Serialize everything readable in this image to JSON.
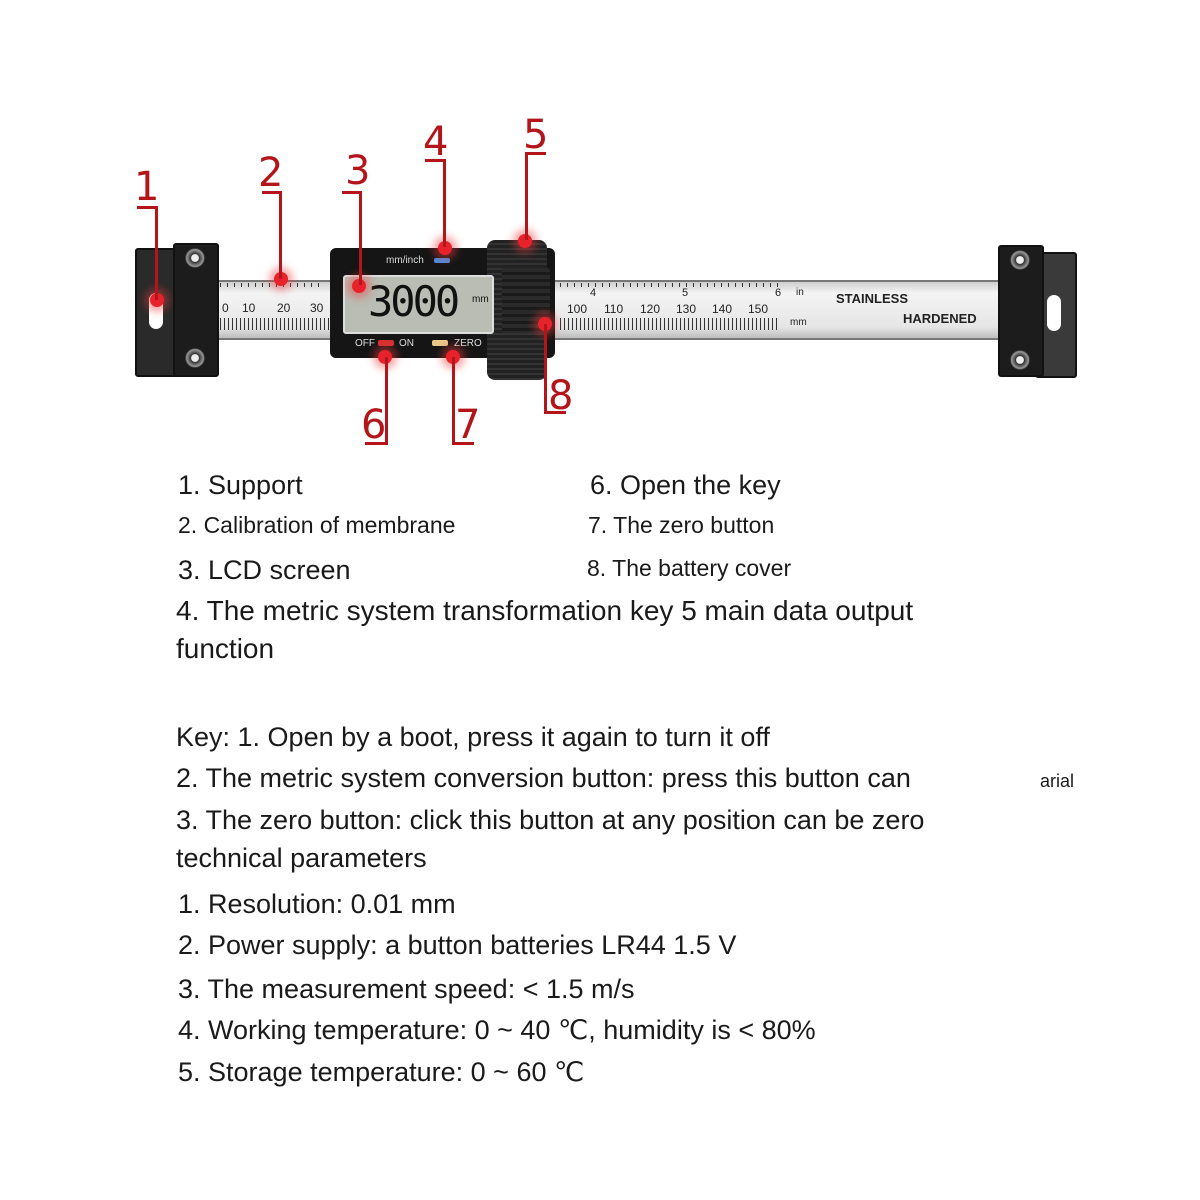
{
  "diagram": {
    "callouts": [
      "1",
      "2",
      "3",
      "4",
      "5",
      "6",
      "7",
      "8"
    ],
    "lcd_reading": "3000",
    "lcd_unit": "mm",
    "mode_label": "mm/inch",
    "off_label": "OFF",
    "on_label": "ON",
    "zero_label": "ZERO",
    "scale_left": [
      "0",
      "10",
      "20",
      "30"
    ],
    "scale_right": [
      "100",
      "110",
      "120",
      "130",
      "140",
      "150"
    ],
    "inch_marks": [
      "4",
      "5",
      "6"
    ],
    "inch_unit": "in",
    "mm_unit": "mm",
    "stainless": "STAINLESS",
    "hardened": "HARDENED",
    "accent_color": "#b3151a"
  },
  "parts": {
    "left": [
      "1. Support",
      "2. Calibration of membrane",
      "3. LCD screen"
    ],
    "right": [
      "6. Open the key",
      "7. The zero button",
      "8. The battery cover"
    ],
    "wide": [
      "4. The metric system transformation key 5 main data output",
      "function"
    ]
  },
  "keys": [
    "Key: 1. Open by a boot, press it again to turn it off",
    "2. The metric system conversion button: press this button can",
    "3. The zero button: click this button at any position can be zero",
    "technical parameters"
  ],
  "overlay_text": "arial",
  "specs": [
    "1. Resolution: 0.01 mm",
    "2. Power supply: a button batteries LR44 1.5 V",
    "3. The measurement speed: < 1.5 m/s",
    "4. Working temperature: 0 ~ 40 ℃, humidity is < 80%",
    "5. Storage temperature: 0 ~ 60 ℃"
  ]
}
